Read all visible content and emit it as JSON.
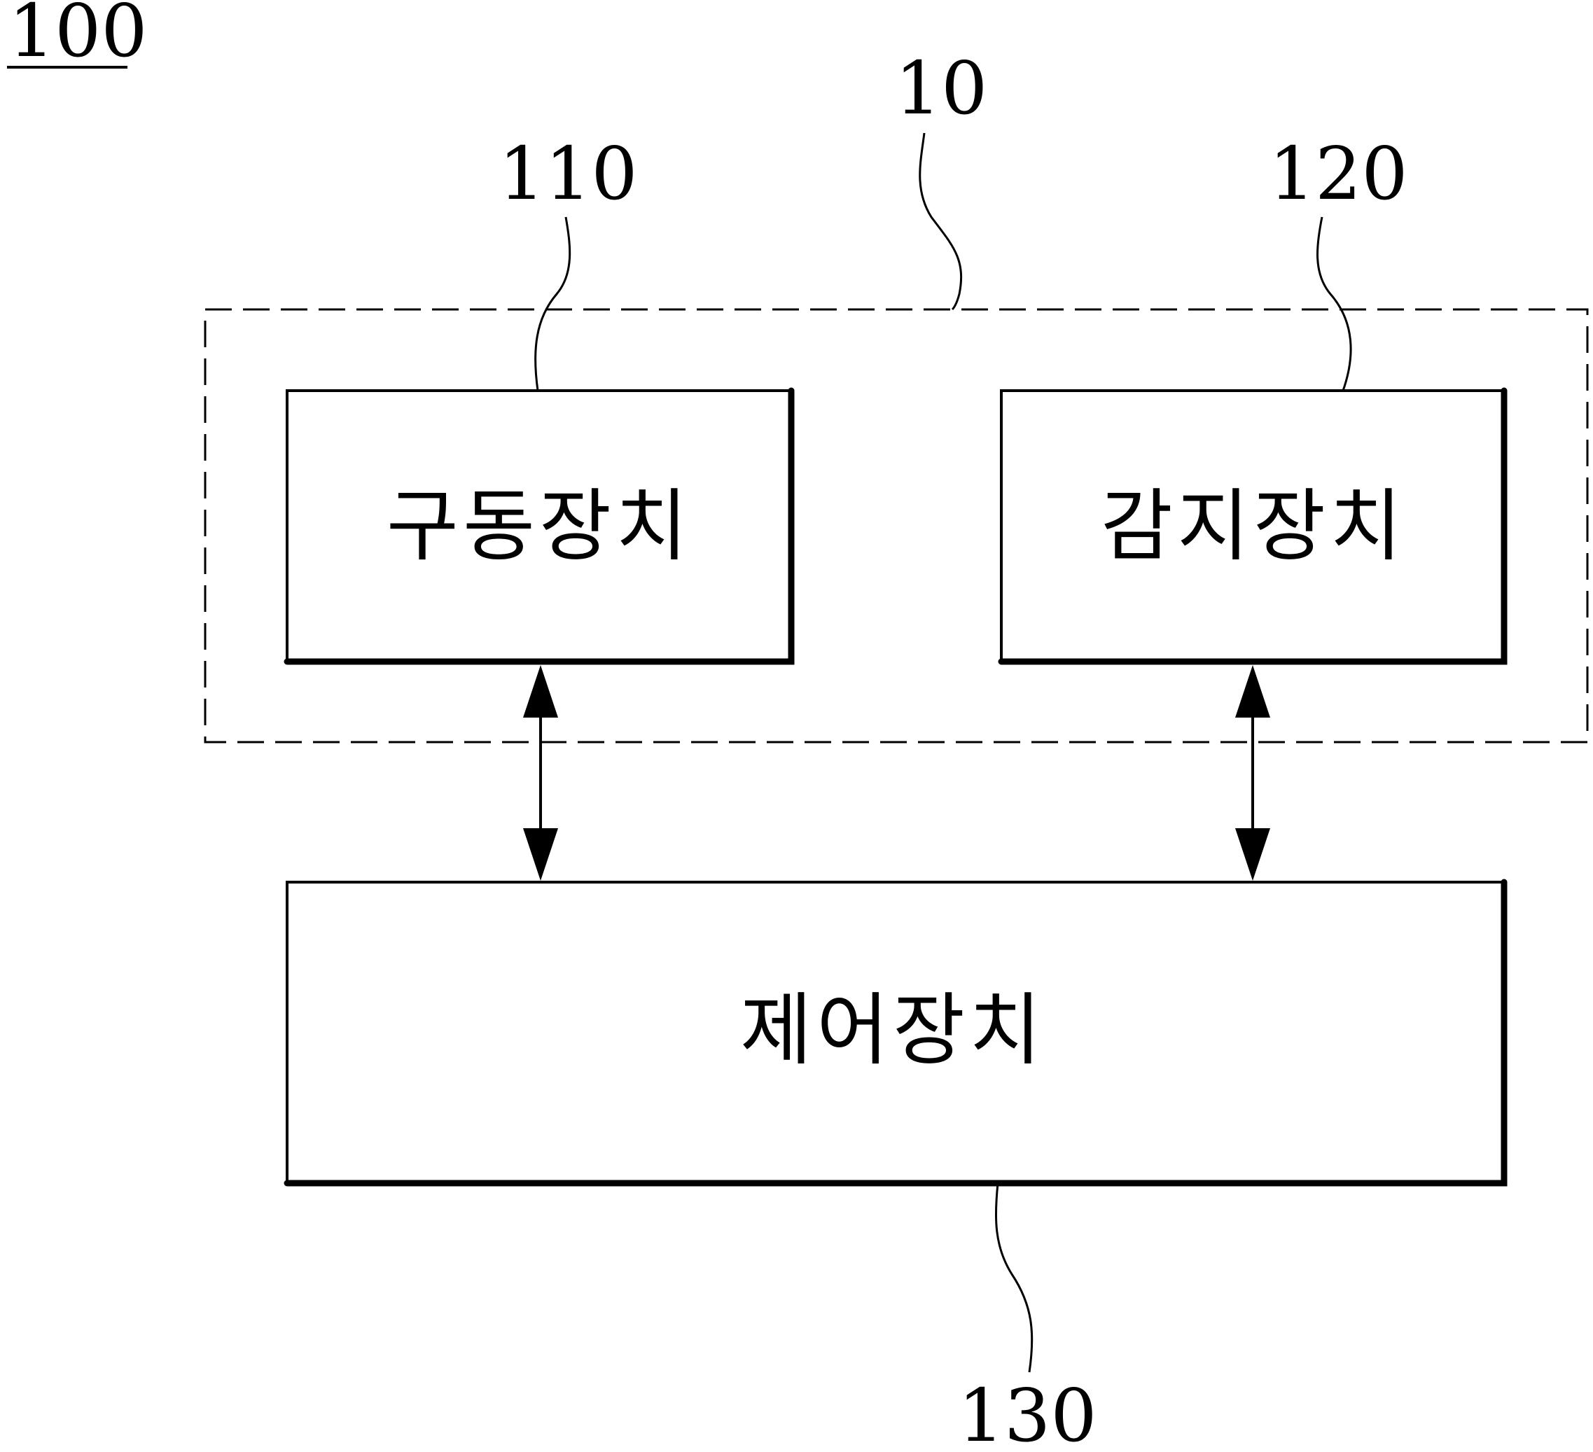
{
  "figure": {
    "system_ref": "100",
    "group_ref": "10",
    "blocks": {
      "drive": {
        "ref": "110",
        "label": "구동장치"
      },
      "sensor": {
        "ref": "120",
        "label": "감지장치"
      },
      "control": {
        "ref": "130",
        "label": "제어장치"
      }
    },
    "connections": [
      {
        "from": "drive",
        "to": "control",
        "direction": "bidirectional"
      },
      {
        "from": "sensor",
        "to": "control",
        "direction": "bidirectional"
      }
    ]
  }
}
